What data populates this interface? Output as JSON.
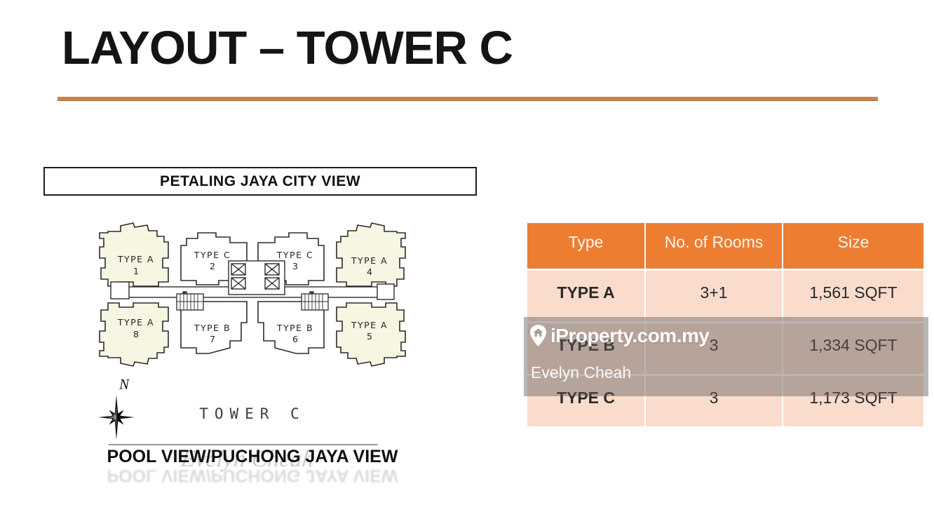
{
  "slide": {
    "title": "LAYOUT – TOWER C",
    "accent_color": "#C9854C"
  },
  "view_labels": {
    "top": "PETALING JAYA CITY VIEW",
    "bottom": "POOL VIEW/PUCHONG JAYA VIEW"
  },
  "floor_plan": {
    "tower_label": "TOWER C",
    "compass_label": "N",
    "units": [
      {
        "type": "TYPE A",
        "number": "1"
      },
      {
        "type": "TYPE C",
        "number": "2"
      },
      {
        "type": "TYPE C",
        "number": "3"
      },
      {
        "type": "TYPE A",
        "number": "4"
      },
      {
        "type": "TYPE A",
        "number": "8"
      },
      {
        "type": "TYPE B",
        "number": "7"
      },
      {
        "type": "TYPE B",
        "number": "6"
      },
      {
        "type": "TYPE A",
        "number": "5"
      }
    ]
  },
  "table": {
    "headers": [
      "Type",
      "No. of Rooms",
      "Size"
    ],
    "rows": [
      {
        "type": "TYPE A",
        "rooms": "3+1",
        "size": "1,561 SQFT"
      },
      {
        "type": "TYPE B",
        "rooms": "3",
        "size": "1,334 SQFT"
      },
      {
        "type": "TYPE C",
        "rooms": "3",
        "size": "1,173 SQFT"
      }
    ],
    "colors": {
      "header_bg": "#ED7D31",
      "row_bg": "#FADCCD"
    }
  },
  "watermark": {
    "brand": "iProperty.com.my",
    "agent": "Evelyn Cheah"
  }
}
